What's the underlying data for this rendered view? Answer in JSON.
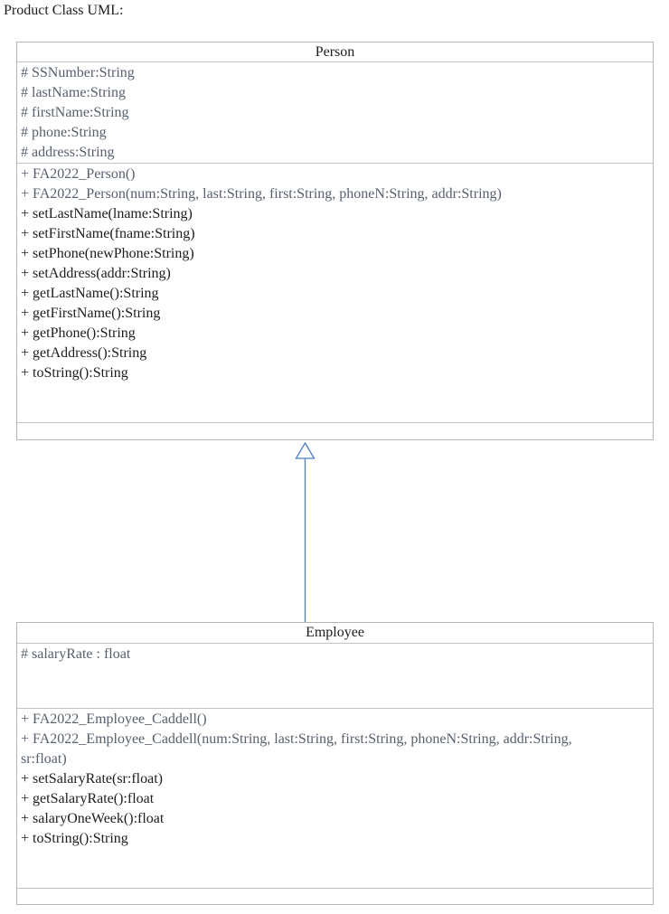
{
  "page": {
    "title": "Product Class UML:"
  },
  "colors": {
    "text_black": "#1b1d20",
    "text_muted": "#57606d",
    "box_border": "#b5b5b5",
    "divider": "#c2c2c2",
    "arrow_blue": "#4d7cc1",
    "background": "#ffffff"
  },
  "diagram": {
    "relationship": {
      "type": "inheritance",
      "from": "Employee",
      "to": "Person",
      "arrow_style": "hollow-triangle"
    },
    "classes": [
      {
        "name": "Person",
        "attributes": [
          {
            "text": "# SSNumber:String",
            "muted": true
          },
          {
            "text": "# lastName:String",
            "muted": true
          },
          {
            "text": "# firstName:String",
            "muted": true
          },
          {
            "text": "# phone:String",
            "muted": true
          },
          {
            "text": "# address:String",
            "muted": true
          }
        ],
        "methods": [
          {
            "text": "+ FA2022_Person()",
            "muted": true
          },
          {
            "text": "+ FA2022_Person(num:String, last:String, first:String, phoneN:String, addr:String)",
            "muted": true
          },
          {
            "text": "+ setLastName(lname:String)",
            "muted": false
          },
          {
            "text": "+ setFirstName(fname:String)",
            "muted": false
          },
          {
            "text": "+ setPhone(newPhone:String)",
            "muted": false
          },
          {
            "text": "+ setAddress(addr:String)",
            "muted": false
          },
          {
            "text": "+ getLastName():String",
            "muted": false
          },
          {
            "text": "+ getFirstName():String",
            "muted": false
          },
          {
            "text": "+ getPhone():String",
            "muted": false
          },
          {
            "text": "+ getAddress():String",
            "muted": false
          },
          {
            "text": "+ toString():String",
            "muted": false
          }
        ]
      },
      {
        "name": "Employee",
        "attributes": [
          {
            "text": "# salaryRate : float",
            "muted": true
          }
        ],
        "methods": [
          {
            "text": "+ FA2022_Employee_Caddell()",
            "muted": true
          },
          {
            "text": "+ FA2022_Employee_Caddell(num:String, last:String, first:String, phoneN:String, addr:String, sr:float)",
            "muted": true,
            "wraps": true
          },
          {
            "text": "+ setSalaryRate(sr:float)",
            "muted": false
          },
          {
            "text": "+ getSalaryRate():float",
            "muted": false
          },
          {
            "text": "+ salaryOneWeek():float",
            "muted": false
          },
          {
            "text": "+ toString():String",
            "muted": false
          }
        ]
      }
    ]
  }
}
